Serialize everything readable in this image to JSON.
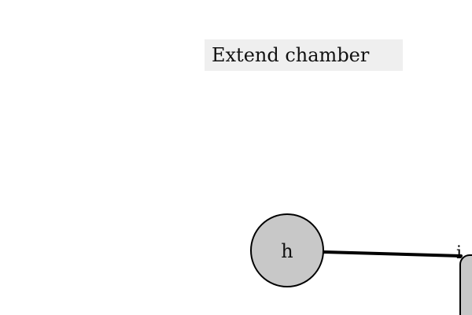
{
  "task": {
    "instruction_text": "Extend chamber"
  },
  "scene": {
    "node": {
      "label": "h",
      "fill_color": "#c8c8c8",
      "stroke_color": "#000000"
    },
    "connector": {
      "color": "#000000",
      "end_marker_text": "i"
    },
    "chamber": {
      "fill_color": "#c8c8c8",
      "stroke_color": "#000000"
    }
  }
}
